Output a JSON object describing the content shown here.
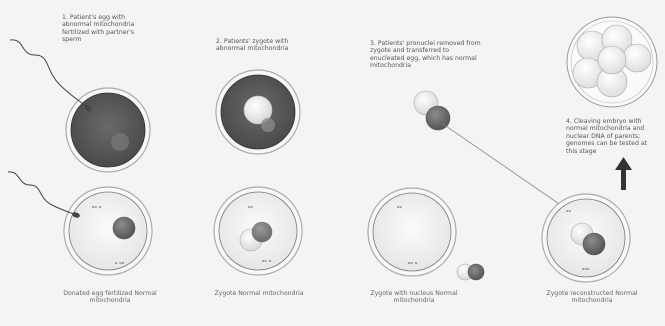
{
  "steps": [
    {
      "text": "1. Patient's egg with abnormal mitochondria fertilized with partner's sperm"
    },
    {
      "text": "2. Patients' zygote with abnormal mitochondria"
    },
    {
      "text": "3. Patients' pronuclei removed from zygote and transferred to enucleated egg, which has normal mitochondria"
    },
    {
      "text": "4. Cleaving embryo with normal mitochondria and nuclear DNA of parents; genomes can be tested at this stage"
    }
  ],
  "captions": [
    {
      "text": "Donated egg fertilized Normal mitochondria"
    },
    {
      "text": "Zygote Normal mitochondria"
    },
    {
      "text": "Zygote with nucleus Normal mitochondria"
    },
    {
      "text": "Zygote reconstructed Normal mitochondria"
    }
  ],
  "colors": {
    "background": "#f4f4f2",
    "dark_cytoplasm": "#585858",
    "light_cytoplasm": "#eeeeee",
    "pronucleus_light": "#e6e6e6",
    "pronucleus_dark": "#7a7a7a",
    "arrow": "#333333"
  }
}
